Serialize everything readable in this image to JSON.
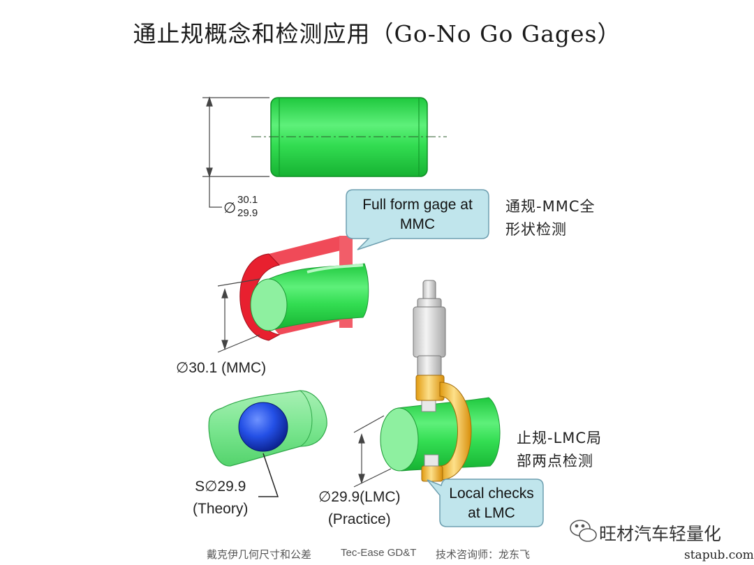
{
  "title": "通止规概念和检测应用（Go-No Go Gages）",
  "part_tolerance": {
    "symbol": "∅",
    "upper": "30.1",
    "lower": "29.9"
  },
  "callout_go": {
    "line1": "Full form gage at",
    "line2": "MMC"
  },
  "note_go": {
    "line1": "通规-MMC全",
    "line2": "形状检测"
  },
  "dim_mmc": "∅30.1 (MMC)",
  "dim_theory": {
    "line1": "S∅29.9",
    "line2": "(Theory)"
  },
  "dim_practice": {
    "line1": "∅29.9(LMC)",
    "line2": "(Practice)"
  },
  "callout_nogo": {
    "line1": "Local checks",
    "line2": "at LMC"
  },
  "note_nogo": {
    "line1": "止规-LMC局",
    "line2": "部两点检测"
  },
  "footer": {
    "left": "戴克伊几何尺寸和公差",
    "middle": "Tec-Ease GD&T",
    "right": "技术咨询师：龙东飞"
  },
  "watermark": {
    "icon": "wechat-icon",
    "text": "旺材汽车轻量化"
  },
  "site": "stapub.com",
  "colors": {
    "cylinder": "#3fe05a",
    "go_gage": "#ee2b3a",
    "ball": "#1640d8",
    "callout_fill": "#bfe3ea",
    "snap_gage": "#f2b325"
  }
}
